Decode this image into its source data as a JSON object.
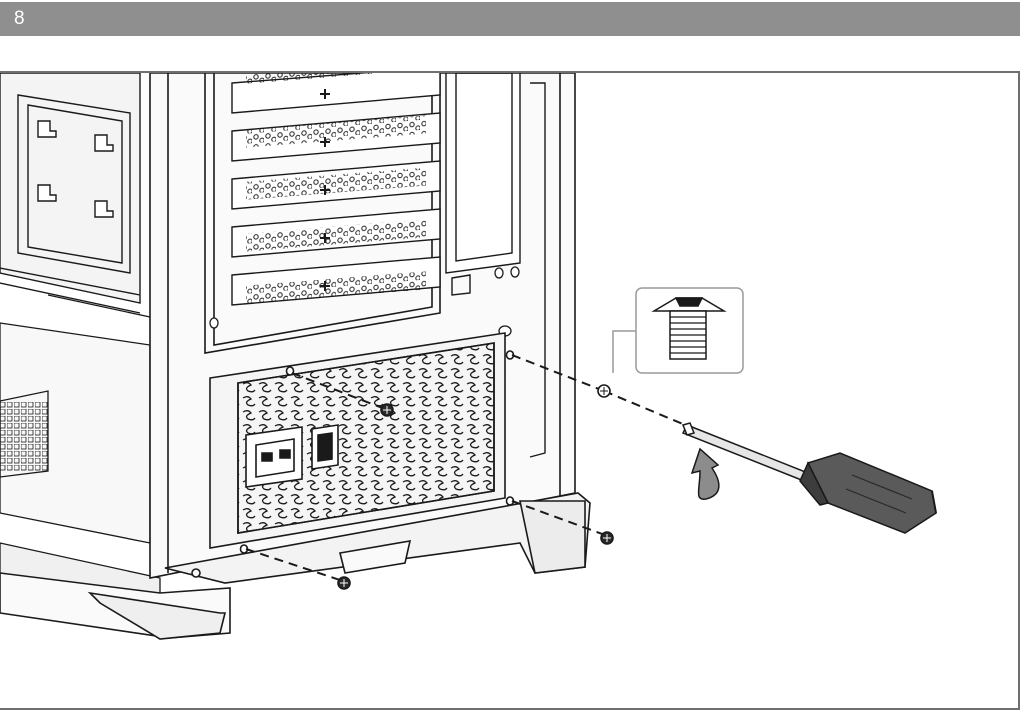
{
  "header": {
    "step_number": "8"
  },
  "colors": {
    "header_bar": "#8f8f8f",
    "frame_border": "#6f6f6f",
    "line_art": "#1a1a1a",
    "panel_shade": "#dcdcdc",
    "screwdriver_handle": "#5a5a5a",
    "rotate_arrow": "#8c8c8c"
  },
  "illustration": {
    "subject": "pc-case-rear-psu-mount",
    "screw_count": 4,
    "icons": [
      "screw-detail-icon",
      "screwdriver-icon",
      "rotate-clockwise-icon"
    ]
  }
}
